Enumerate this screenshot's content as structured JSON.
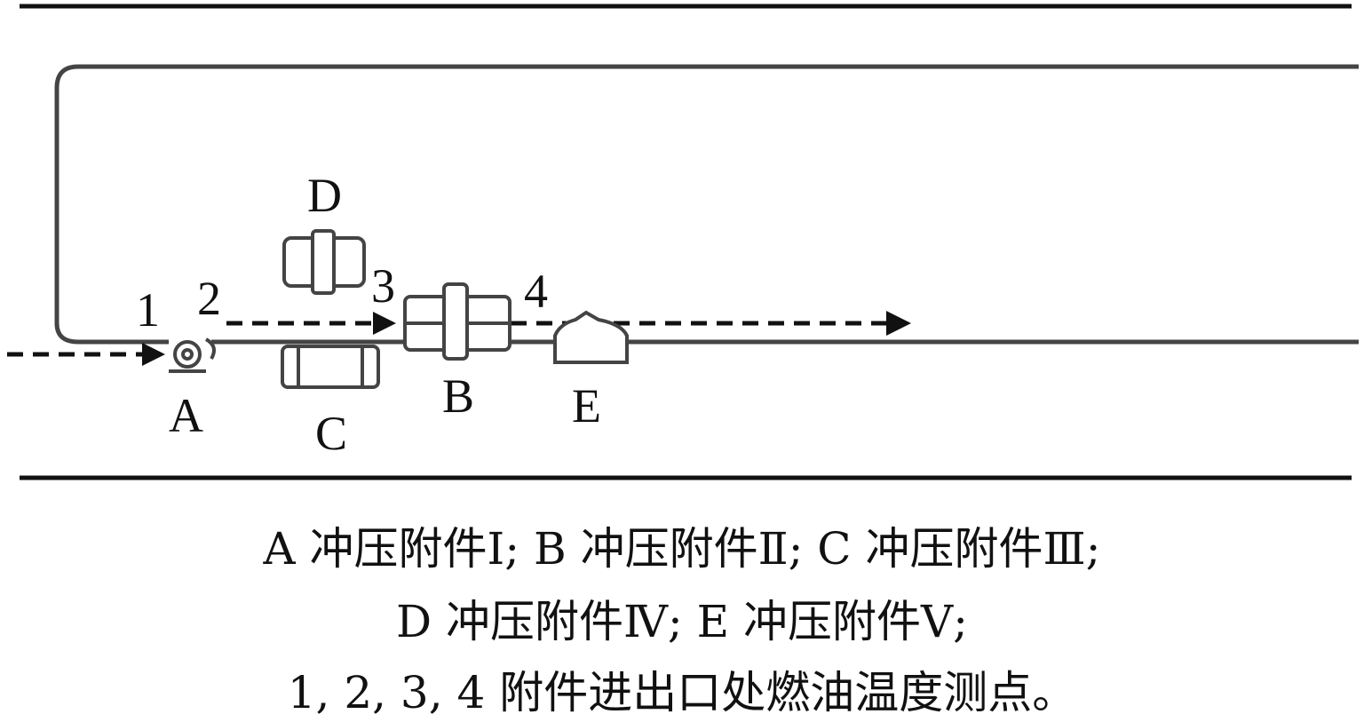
{
  "labels": {
    "component_a": "A",
    "component_b": "B",
    "component_c": "C",
    "component_d": "D",
    "component_e": "E",
    "point_1": "1",
    "point_2": "2",
    "point_3": "3",
    "point_4": "4"
  },
  "caption": {
    "line1": "A 冲压附件Ⅰ; B 冲压附件Ⅱ; C 冲压附件Ⅲ;",
    "line2": "D 冲压附件Ⅳ; E 冲压附件Ⅴ;",
    "line3": "1, 2, 3, 4  附件进出口处燃油温度测点。"
  },
  "colors": {
    "line": "#111111",
    "component_fill": "#ffffff"
  }
}
